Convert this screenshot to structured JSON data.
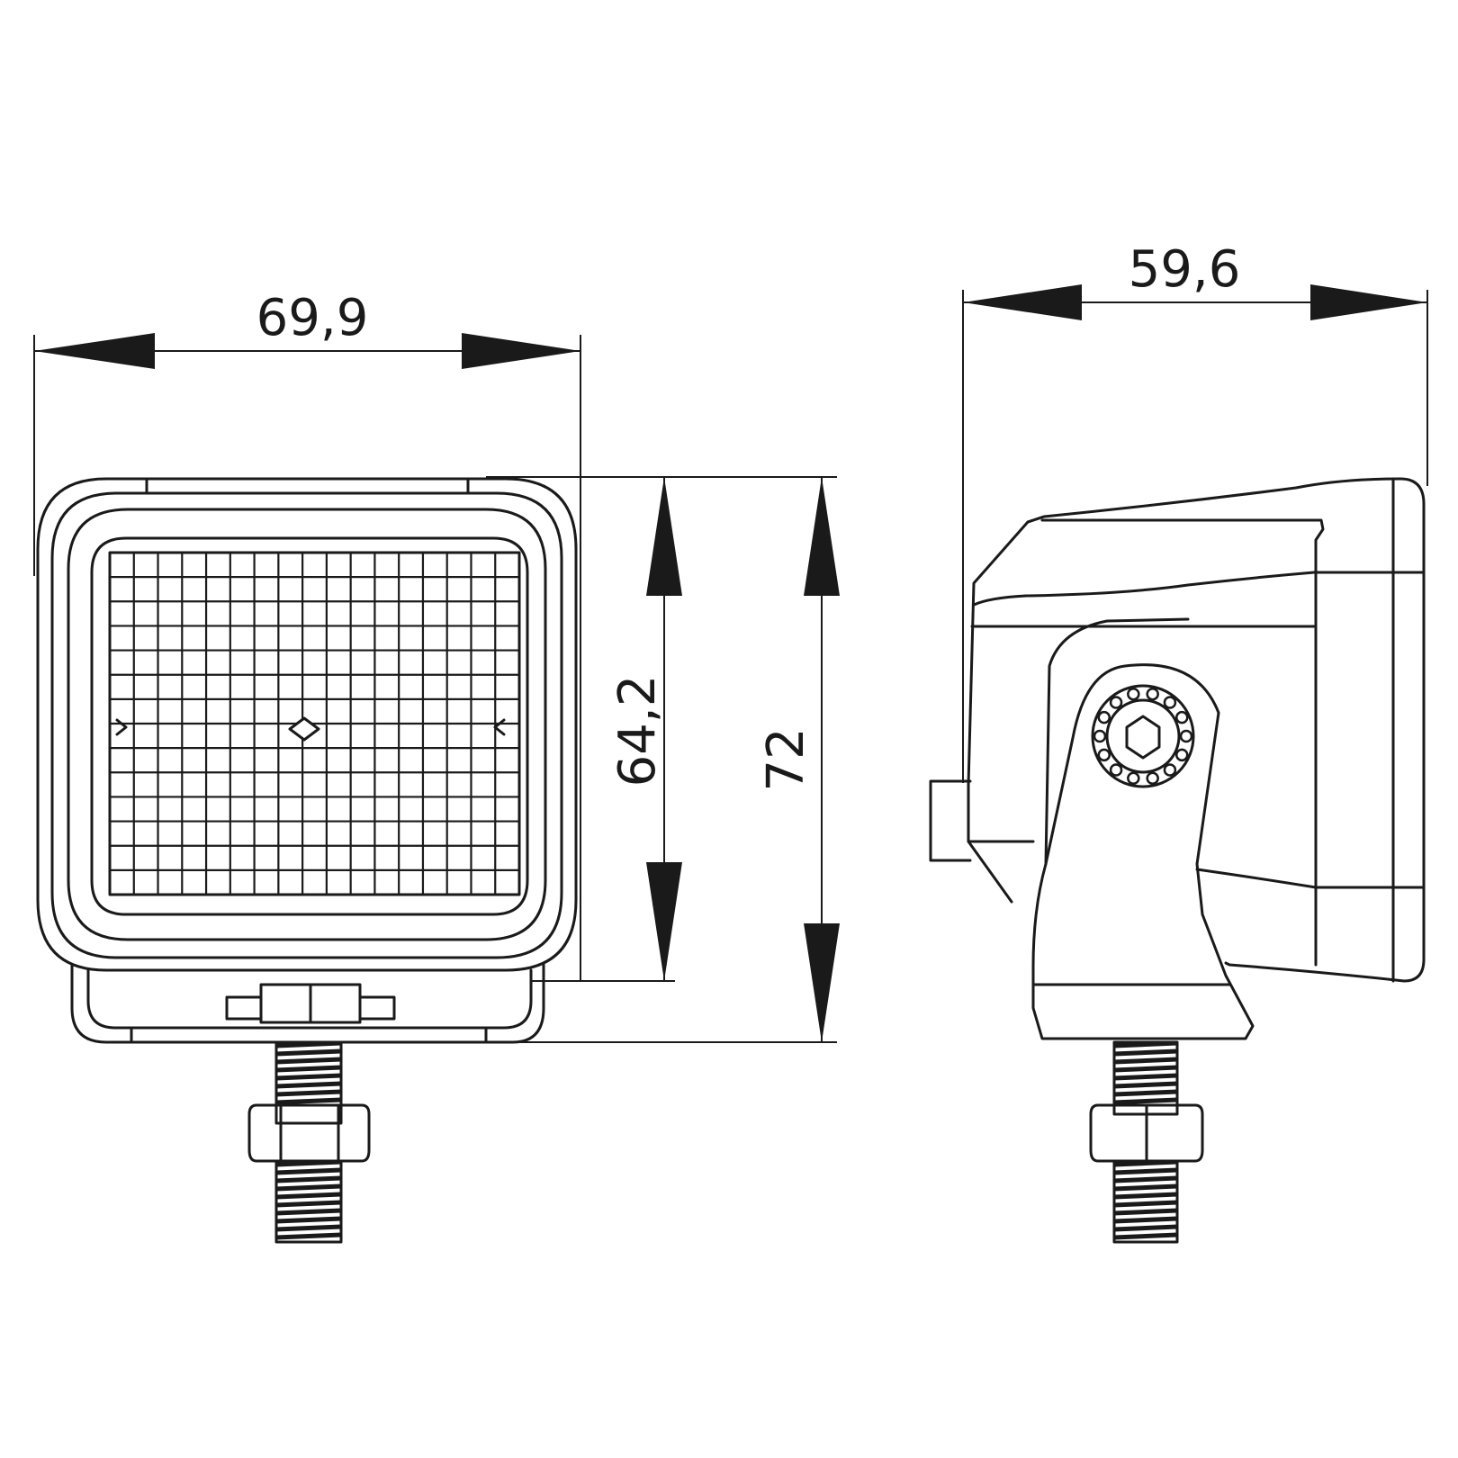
{
  "dimensions": {
    "front_width": "69,9",
    "lens_height": "64,2",
    "total_height": "72",
    "side_depth": "59,6"
  }
}
